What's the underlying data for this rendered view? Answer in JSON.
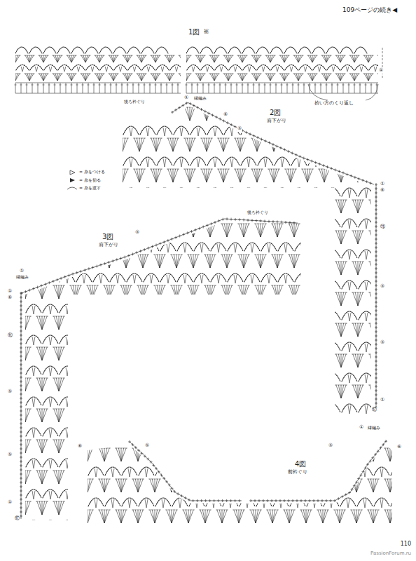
{
  "diagram": {
    "labels": [
      "109ページの続き◀",
      "1図",
      "裾",
      "①",
      "拾い方のくり返し",
      "後ろ衿ぐり",
      "①",
      "縁編み",
      "⑥",
      "⑤",
      "2図",
      "肩下がり",
      "①",
      "⑥",
      "⑪",
      "⑤",
      "⑤",
      "①",
      "⑰",
      "後ろ衿ぐり",
      "⑤",
      "3図",
      "肩下がり",
      "①",
      "縁編み",
      "①",
      "⑥",
      "⑪",
      "⑤",
      "⑤",
      "①",
      "⑰",
      "⑥",
      "⑤",
      "4図",
      "前衿ぐり",
      "①",
      "縁編み",
      "⑥",
      "⑤",
      "110",
      "PassionForum.ru"
    ],
    "legend": [
      {
        "text": "= 糸をつける"
      },
      {
        "text": "= 糸を切る"
      },
      {
        "text": "= 糸を渡す"
      }
    ]
  }
}
